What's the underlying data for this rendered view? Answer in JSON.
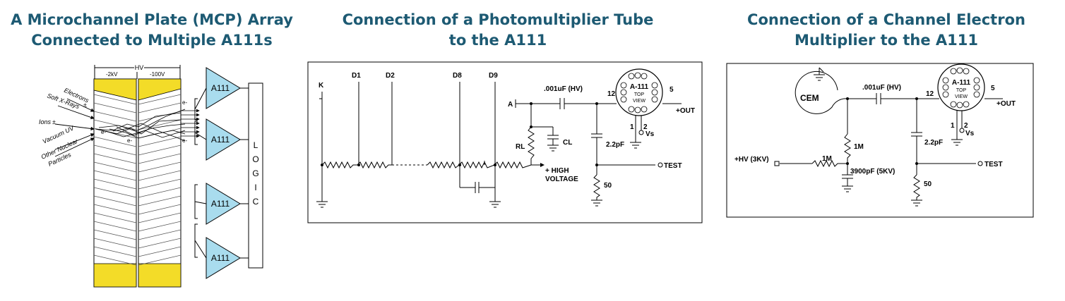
{
  "panels": [
    {
      "title_line1": "A Microchannel Plate (MCP) Array",
      "title_line2": "Connected to Multiple A111s",
      "labels": {
        "hv": "HV",
        "minus2kv": "-2kV",
        "minus100v": "-100V",
        "electrons": "Electrons",
        "soft_xrays": "Soft X-Rays",
        "ions": "Ions",
        "vacuum_uv": "Vacuum UV",
        "other_nuclear": "Other Nuclear",
        "particles": "Particles",
        "pm1": "±",
        "pm2": "±",
        "e_minus": "e-",
        "logic": [
          "L",
          "O",
          "G",
          "I",
          "C"
        ],
        "amps": [
          "A111",
          "A111",
          "A111",
          "A111"
        ]
      }
    },
    {
      "title_line1": "Connection of a Photomultiplier Tube",
      "title_line2": "to the A111",
      "labels": {
        "k": "K",
        "d1": "D1",
        "d2": "D2",
        "d8": "D8",
        "d9": "D9",
        "a": "A",
        "cap": ".001uF (HV)",
        "pin12": "12",
        "pin5": "5",
        "chip": "A-111",
        "top": "TOP",
        "view": "VIEW",
        "out": "+OUT",
        "pin1": "1",
        "pin2": "2",
        "vs": "Vs",
        "rl": "RL",
        "cl": "CL",
        "c22": "2.2pF",
        "test": "TEST",
        "high": "+ HIGH",
        "voltage": "VOLTAGE",
        "r50": "50"
      }
    },
    {
      "title_line1": "Connection of a Channel Electron",
      "title_line2": "Multiplier to the A111",
      "labels": {
        "cem": "CEM",
        "cap": ".001uF (HV)",
        "pin12": "12",
        "pin5": "5",
        "chip": "A-111",
        "top": "TOP",
        "view": "VIEW",
        "out": "+OUT",
        "pin1": "1",
        "pin2": "2",
        "vs": "Vs",
        "r1m_a": "1M",
        "r1m_b": "1M",
        "hv": "+HV (3KV)",
        "c3900": "3900pF (5KV)",
        "c22": "2.2pF",
        "test": "TEST",
        "r50": "50"
      }
    }
  ],
  "colors": {
    "title": "#1d5a73",
    "amplifier_fill": "#a9dcee",
    "mcp_band": "#f3dc28",
    "line": "#000000"
  }
}
